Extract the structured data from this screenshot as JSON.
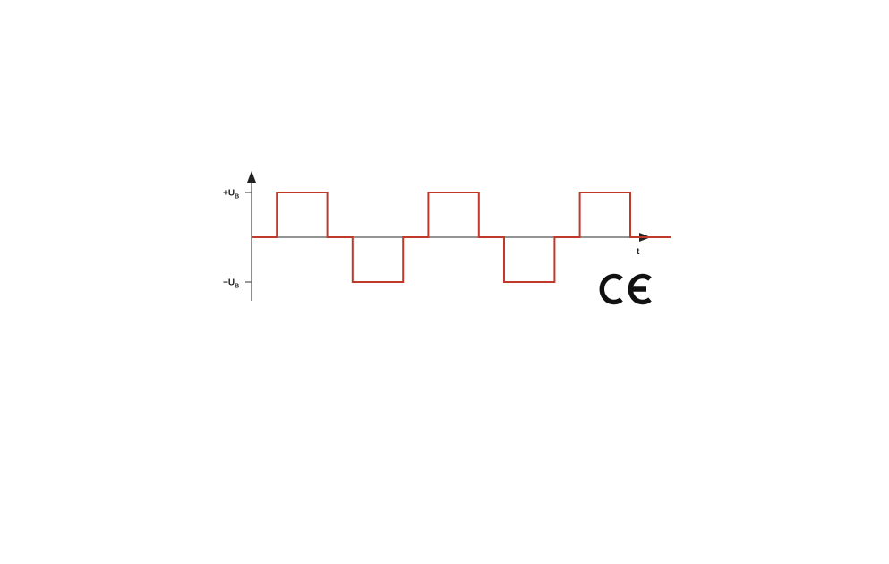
{
  "chart_data": {
    "type": "line",
    "title": "",
    "xlabel": "t",
    "ylabel": "",
    "y_tick_labels": [
      {
        "value": 1,
        "prefix": "+",
        "main": "U",
        "sub": "B"
      },
      {
        "value": -1,
        "prefix": "−",
        "main": "U",
        "sub": "B"
      }
    ],
    "ylim": [
      -1.4,
      1.4
    ],
    "xlim": [
      0,
      8.3
    ],
    "grid": false,
    "series": [
      {
        "color": "#c0392b",
        "step": true,
        "points": [
          [
            0,
            0
          ],
          [
            0.5,
            1
          ],
          [
            1.5,
            0
          ],
          [
            2,
            -1
          ],
          [
            3,
            0
          ],
          [
            3.5,
            1
          ],
          [
            4.5,
            0
          ],
          [
            5,
            -1
          ],
          [
            6,
            0
          ],
          [
            6.5,
            1
          ],
          [
            7.5,
            0
          ]
        ]
      }
    ],
    "mark": {
      "name": "CE marking",
      "text": "CE"
    }
  }
}
